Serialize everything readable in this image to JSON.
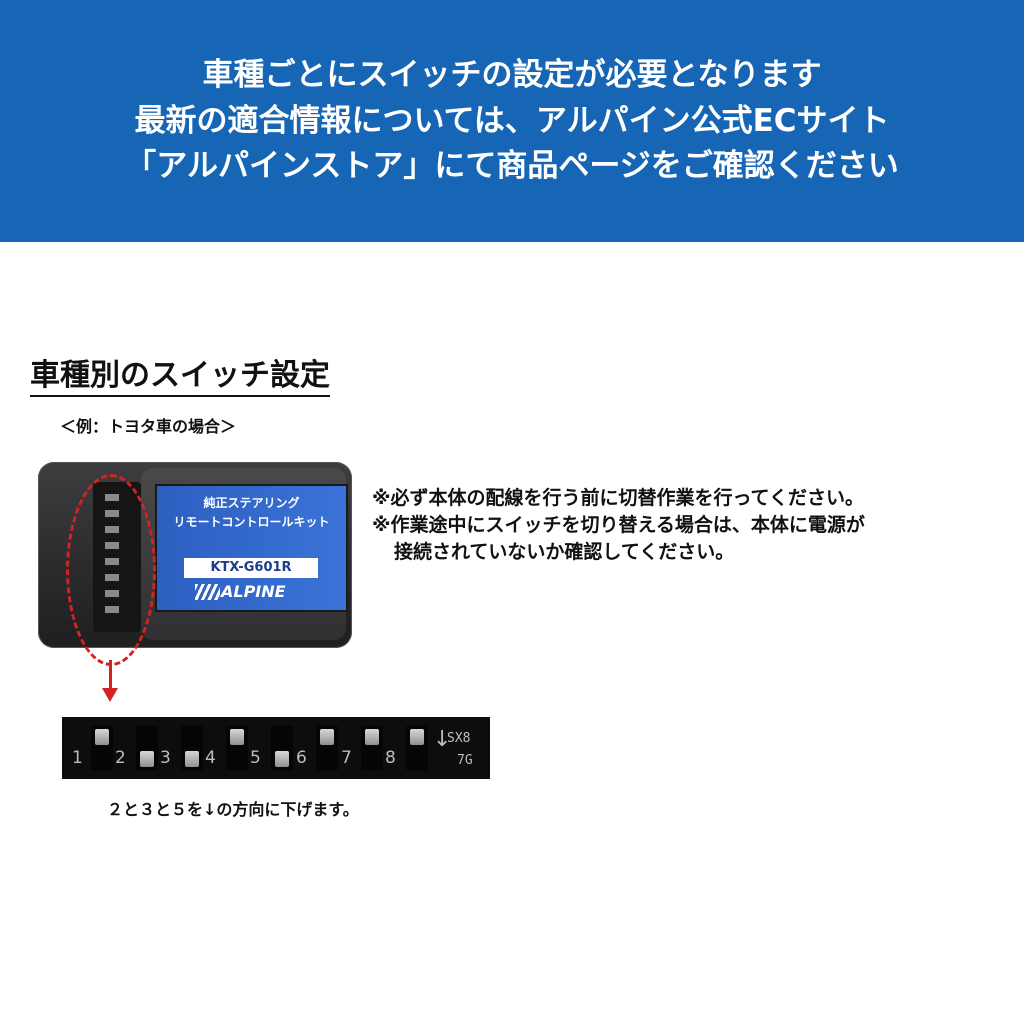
{
  "banner": {
    "line1": "車種ごとにスイッチの設定が必要となります",
    "line2": "最新の適合情報については、アルパイン公式ECサイト",
    "line3": "「アルパインストア」にて商品ページをご確認ください",
    "background": "#1766b5"
  },
  "section": {
    "title": "車種別のスイッチ設定",
    "example": "＜例：トヨタ車の場合＞"
  },
  "notes": [
    "※必ず本体の配線を行う前に切替作業を行ってください。",
    "※作業途中にスイッチを切り替える場合は、本体に電源が",
    "接続されていないか確認してください。"
  ],
  "device": {
    "label_line1": "純正ステアリング",
    "label_line2": "リモートコントロールキット",
    "model": "KTX-G601R",
    "brand": "ALPINE",
    "label_color": "#3a73d8"
  },
  "switch_strip": {
    "switches": [
      {
        "number": "1",
        "position": "up"
      },
      {
        "number": "2",
        "position": "down"
      },
      {
        "number": "3",
        "position": "down"
      },
      {
        "number": "4",
        "position": "up"
      },
      {
        "number": "5",
        "position": "down"
      },
      {
        "number": "6",
        "position": "up"
      },
      {
        "number": "7",
        "position": "up"
      },
      {
        "number": "8",
        "position": "up"
      }
    ],
    "code_top": "SX8",
    "code_bottom": "7G",
    "arrow": "↓"
  },
  "instruction": "２と３と５を↓の方向に下げます。",
  "accent_red": "#d42222"
}
